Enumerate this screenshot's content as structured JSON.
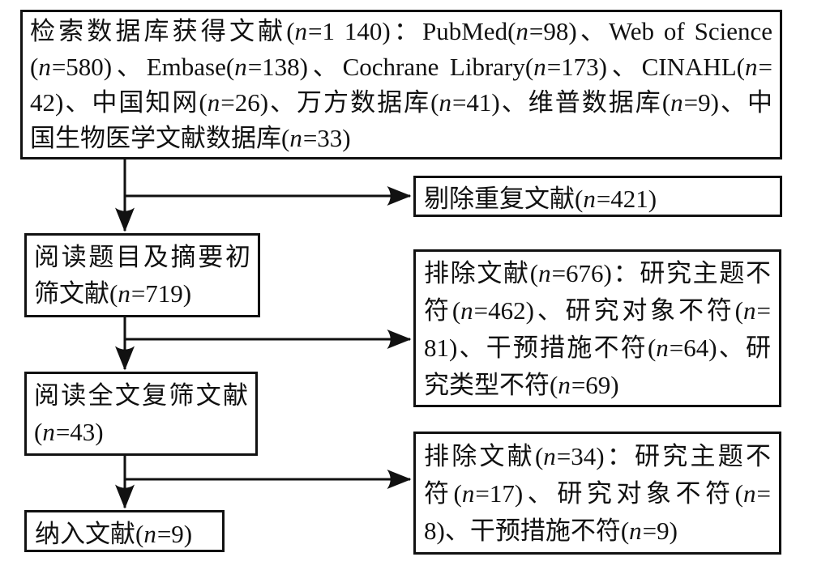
{
  "boxes": {
    "search": {
      "lines": [
        "检索数据库获得文献(n=1 140)：PubMed(n=98)、Web of Science",
        "(n=580)、Embase(n=138)、Cochrane Library(n=173)、CINAHL(n=",
        "42)、中国知网(n=26)、万方数据库(n=41)、维普数据库(n=9)、中",
        "国生物医学文献数据库(n=33)"
      ]
    },
    "duplicates": {
      "lines": [
        "剔除重复文献(n=421)"
      ]
    },
    "screen_title_abstract": {
      "lines": [
        "阅读题目及摘要初",
        "筛文献(n=719)"
      ]
    },
    "excluded_screening": {
      "lines": [
        "排除文献(n=676)：研究主题不",
        "符(n=462)、研究对象不符(n=",
        "81)、干预措施不符(n=64)、研",
        "究类型不符(n=69)"
      ]
    },
    "screen_fulltext": {
      "lines": [
        "阅读全文复筛文献",
        "(n=43)"
      ]
    },
    "excluded_fulltext": {
      "lines": [
        "排除文献(n=34)：研究主题不",
        "符(n=17)、研究对象不符(n=",
        "8)、干预措施不符(n=9)"
      ]
    },
    "included": {
      "lines": [
        "纳入文献(n=9)"
      ]
    }
  },
  "colors": {
    "ink": "#111111",
    "background": "#ffffff"
  }
}
